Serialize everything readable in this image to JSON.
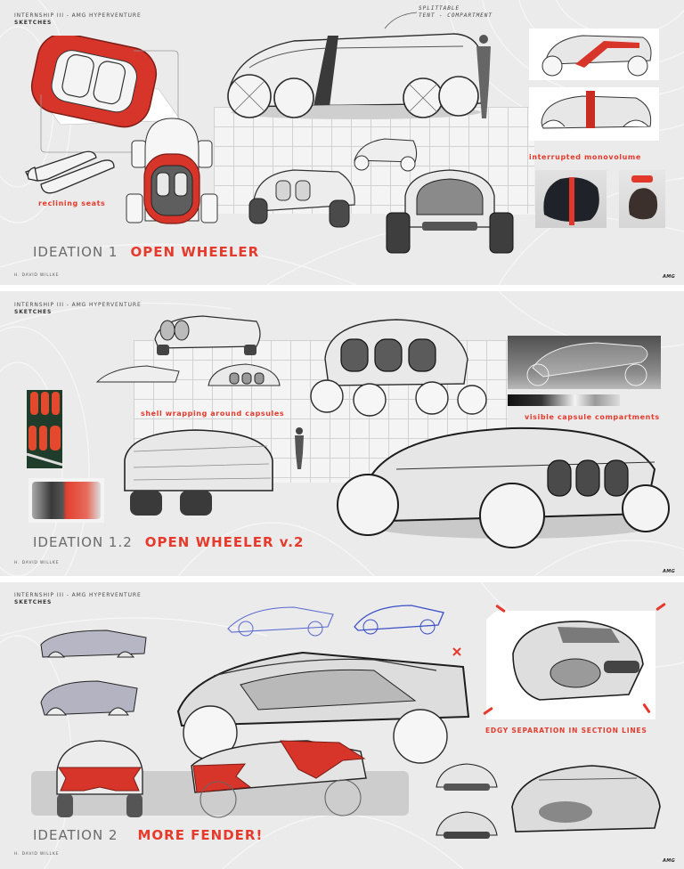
{
  "colors": {
    "accent_red": "#e53a2c",
    "board_bg": "#ebebeb",
    "heading_gray": "#6b6b6b",
    "sketch_ink": "#2b2b2b",
    "blue_ink": "#3b4fc8"
  },
  "boards": [
    {
      "header": {
        "project": "INTERNSHIP III - AMG HYPERVENTURE",
        "subtitle": "SKETCHES"
      },
      "ideation_number": "IDEATION 1",
      "ideation_title": "OPEN WHEELER",
      "author": "H. DAVID WILLKE",
      "logo": "AMG",
      "handwritten_note": [
        "SPLITTABLE",
        "TENT - COMPARTMENT"
      ],
      "captions": {
        "seats": "reclining seats",
        "monovolume": "interrupted monovolume"
      },
      "images": [
        "seat-capsule-top-view-sketch",
        "reclining-seats-sketch",
        "top-view-vehicle-sketch",
        "main-side-view-vehicle-sketch",
        "human-figure-scale",
        "small-vehicle-sketch",
        "three-quarter-vehicle-sketch",
        "front-view-vehicle-sketch",
        "side-sketch-red-diagonal",
        "side-sketch-red-band",
        "rock-with-red-band-photo",
        "rock-with-red-disc-photo"
      ]
    },
    {
      "header": {
        "project": "INTERNSHIP III - AMG HYPERVENTURE",
        "subtitle": "SKETCHES"
      },
      "ideation_number": "IDEATION 1.2",
      "ideation_title": "OPEN WHEELER v.2",
      "author": "H. DAVID WILLKE",
      "logo": "AMG",
      "captions": {
        "shell": "shell wrapping around capsules",
        "capsule": "visible capsule compartments"
      },
      "images": [
        "rear-capsule-sketch",
        "low-side-sketch",
        "capsule-side-sketch",
        "rear-three-quarter-capsule-sketch",
        "render-transparent-body",
        "gradient-swatch-strip",
        "red-capsule-lights-photo",
        "gradient-capsule-swatch",
        "large-shell-side-sketch",
        "human-figure-scale",
        "main-rear-three-quarter-sketch"
      ]
    },
    {
      "header": {
        "project": "INTERNSHIP III - AMG HYPERVENTURE",
        "subtitle": "SKETCHES"
      },
      "ideation_number": "IDEATION 2",
      "ideation_title": "MORE FENDER!",
      "author": "H. DAVID WILLKE",
      "logo": "AMG",
      "captions": {
        "edgy": "EDGY SEPARATION IN SECTION LINES"
      },
      "images": [
        "blue-line-sketch-1",
        "blue-line-sketch-2",
        "side-sketch-small-1",
        "side-sketch-small-2",
        "main-fender-side-sketch",
        "framed-top-rear-sketch",
        "rear-view-red-sketch",
        "three-quarter-red-sketch",
        "small-front-sketch-1",
        "small-front-sketch-2",
        "rear-three-quarter-sketch"
      ]
    }
  ]
}
